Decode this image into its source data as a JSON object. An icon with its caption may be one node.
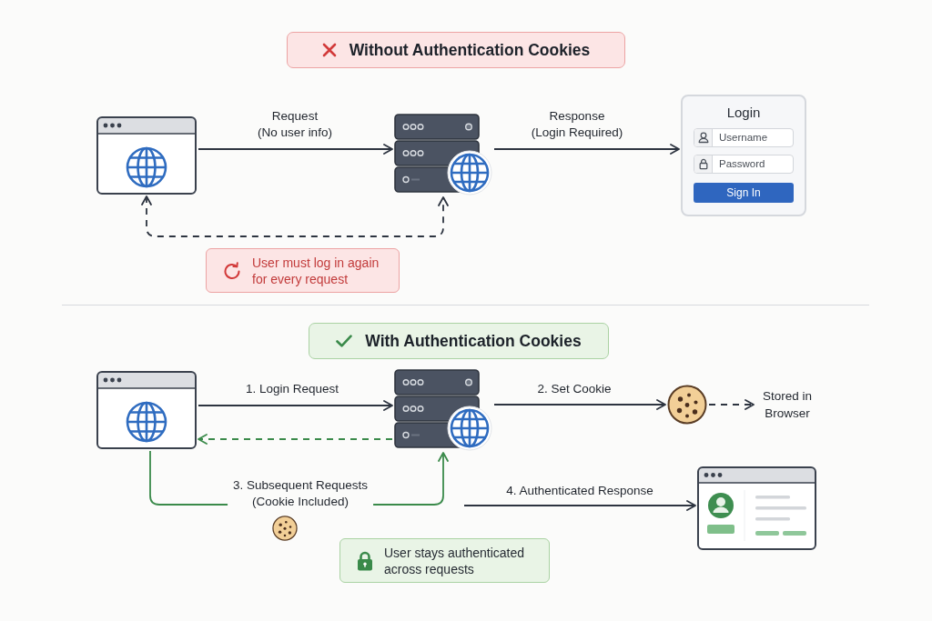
{
  "diagram": {
    "nodes": [
      {
        "text": [
          "Without Authentication Cookies"
        ]
      },
      {
        "text": [],
        "shape": "picture"
      },
      {
        "text": [],
        "shape": "picture"
      },
      {
        "text": [
          "Login",
          "Username",
          "Password",
          "Sign In"
        ]
      },
      {
        "text": [
          "User must log in again for every request"
        ]
      },
      {
        "text": [
          "With Authentication Cookies"
        ]
      },
      {
        "text": [],
        "shape": "picture"
      },
      {
        "text": [],
        "shape": "picture"
      },
      {
        "text": [],
        "shape": "picture"
      },
      {
        "text": [
          "Stored in Browser"
        ]
      },
      {
        "text": [],
        "shape": "picture"
      },
      {
        "text": [
          "User stays authenticated across requests"
        ]
      }
    ],
    "edges": [
      {
        "from": 1,
        "to": 2,
        "arrow": "to",
        "label": "Request (No user info)"
      },
      {
        "from": 2,
        "to": 3,
        "arrow": "to",
        "label": "Response (Login Required)"
      },
      {
        "from": 1,
        "to": 2,
        "arrow": "both",
        "style": "dashed"
      },
      {
        "from": 6,
        "to": 7,
        "arrow": "to",
        "label": "1. Login Request"
      },
      {
        "from": 7,
        "to": 8,
        "arrow": "to",
        "label": "2. Set Cookie"
      },
      {
        "from": 8,
        "to": 9,
        "arrow": "to",
        "style": "dashed"
      },
      {
        "from": 7,
        "to": 6,
        "arrow": "to",
        "style": "dashed",
        "color": "#3a8a4a"
      },
      {
        "from": 6,
        "to": 7,
        "arrow": "to",
        "label": "3. Subsequent Requests (Cookie Included)",
        "color": "#3a8a4a"
      },
      {
        "from": null,
        "to": 10,
        "arrow": "to",
        "label": "4. Authenticated Response"
      }
    ]
  }
}
